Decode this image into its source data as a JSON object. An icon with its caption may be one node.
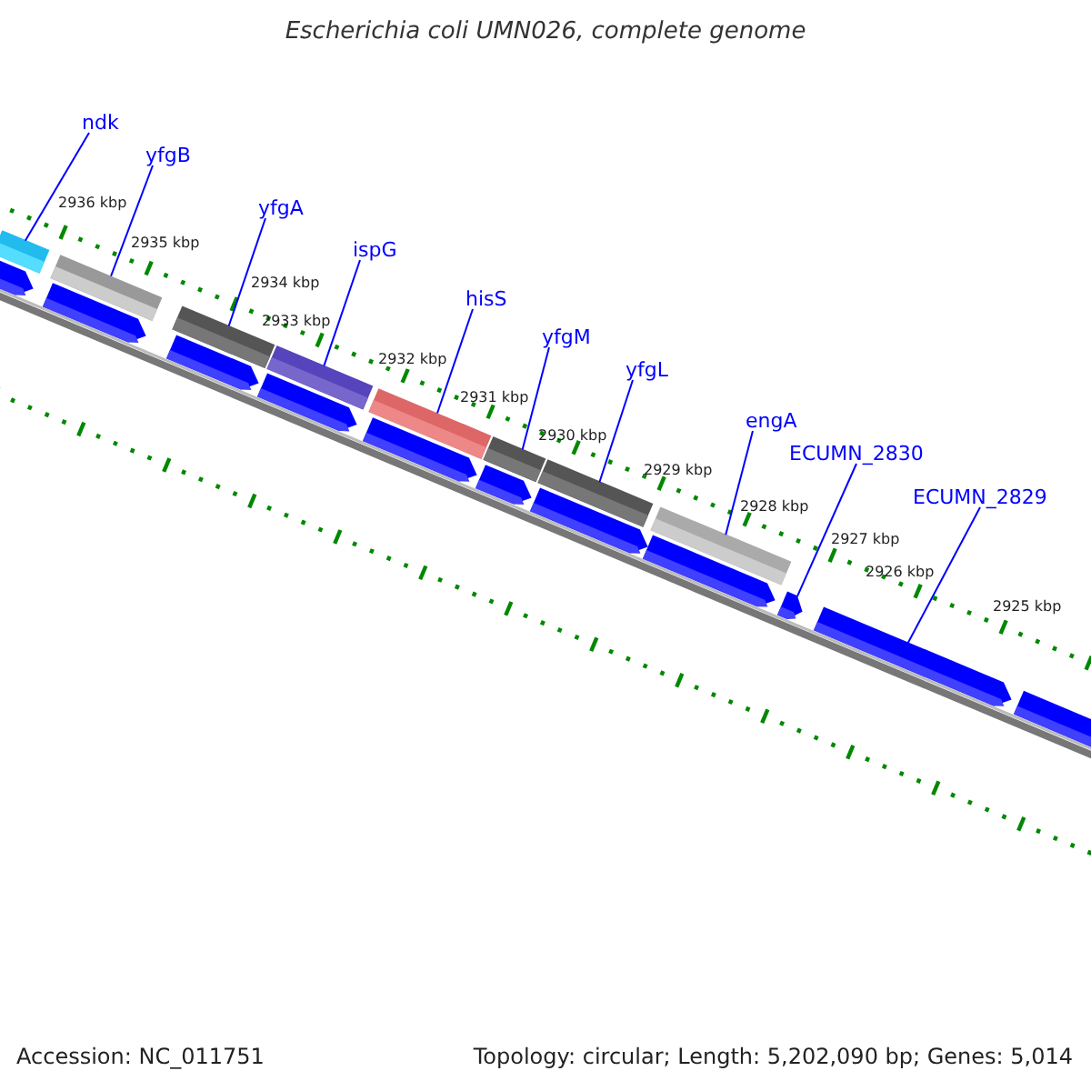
{
  "diagram": {
    "title": "Escherichia coli UMN026, complete genome",
    "nodes": [
      {
        "text": [
          "ndk"
        ]
      },
      {
        "text": [
          "yfgB"
        ]
      },
      {
        "text": [
          "yfgA"
        ]
      },
      {
        "text": [
          "ispG"
        ]
      },
      {
        "text": [
          "hisS"
        ]
      },
      {
        "text": [
          "yfgM"
        ]
      },
      {
        "text": [
          "yfgL"
        ]
      },
      {
        "text": [
          "engA"
        ]
      },
      {
        "text": [
          "ECUMN_2830"
        ]
      },
      {
        "text": [
          "ECUMN_2829"
        ]
      },
      {
        "text": [],
        "shape": "bar"
      },
      {
        "text": [],
        "shape": "bar"
      },
      {
        "text": [],
        "shape": "bar"
      },
      {
        "text": [],
        "shape": "bar"
      },
      {
        "text": [],
        "shape": "bar"
      },
      {
        "text": [],
        "shape": "bar"
      },
      {
        "text": [],
        "shape": "bar"
      },
      {
        "text": [],
        "shape": "bar"
      },
      {
        "text": [],
        "shape": "pentagon"
      },
      {
        "text": [],
        "shape": "pentagon"
      },
      {
        "text": [],
        "shape": "pentagon"
      },
      {
        "text": [],
        "shape": "pentagon"
      },
      {
        "text": [],
        "shape": "pentagon"
      },
      {
        "text": [],
        "shape": "pentagon"
      },
      {
        "text": [],
        "shape": "pentagon"
      },
      {
        "text": [],
        "shape": "pentagon"
      },
      {
        "text": [],
        "shape": "pentagon"
      },
      {
        "text": [],
        "shape": "pentagon"
      },
      {
        "text": [],
        "shape": "pentagon"
      }
    ],
    "edges": [
      {
        "from": 0,
        "to": 10,
        "arrow": "none"
      },
      {
        "from": 1,
        "to": 11,
        "arrow": "none"
      },
      {
        "from": 2,
        "to": 12,
        "arrow": "none"
      },
      {
        "from": 3,
        "to": 13,
        "arrow": "none"
      },
      {
        "from": 4,
        "to": 14,
        "arrow": "none"
      },
      {
        "from": 5,
        "to": 15,
        "arrow": "none"
      },
      {
        "from": 6,
        "to": 16,
        "arrow": "none"
      },
      {
        "from": 7,
        "to": 17,
        "arrow": "none"
      },
      {
        "from": 8,
        "to": 26,
        "arrow": "none"
      },
      {
        "from": 9,
        "to": 27,
        "arrow": "none"
      }
    ],
    "labels": [
      "2936 kbp",
      "2935 kbp",
      "2934 kbp",
      "2933 kbp",
      "2932 kbp",
      "2931 kbp",
      "2930 kbp",
      "2929 kbp",
      "2928 kbp",
      "2927 kbp",
      "2926 kbp",
      "2925 kbp",
      "Accession: NC_011751",
      "Topology: circular; Length: 5,202,090 bp; Genes: 5,014"
    ]
  }
}
